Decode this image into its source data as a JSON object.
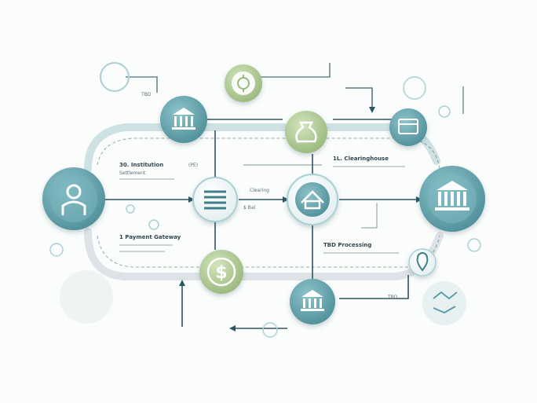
{
  "labels": {
    "left_block_title": "30. Institution",
    "left_block_small": "(PE)",
    "right_block_title": "1L. Clearinghouse",
    "lower_left_title": "1 Payment Gateway",
    "lower_right_title": "TBD Processing",
    "center_top": "Clearing",
    "center_bottom": "$ Bal",
    "top_tag": "TBD",
    "left_badge": "Settlement",
    "right_bottom_tag": "TBD"
  },
  "colors": {
    "teal": "#5e9ea8",
    "teal_dark": "#3f7f8a",
    "teal_light": "#a9d0d4",
    "green": "#a7c48c",
    "green_light": "#dbe7c8",
    "line": "#2f5563",
    "track": "#cfe2e3",
    "track_gray": "#dde3e6"
  },
  "icons": {
    "hub_left": "person-icon",
    "hub_right": "bank-icon",
    "top_bank": "bank-icon",
    "center_doc": "document-icon",
    "center_house": "house-icon",
    "dollar": "dollar-coin-icon",
    "bottom_bank": "bank-icon",
    "gear": "gear-icon",
    "money_bag": "money-bag-icon",
    "wallet": "wallet-icon",
    "location": "location-pin-icon",
    "handshake": "handshake-icon"
  }
}
